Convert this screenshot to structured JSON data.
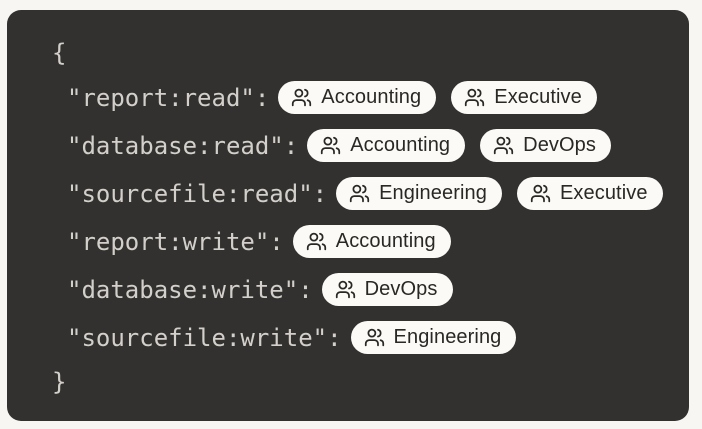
{
  "colors": {
    "page_bg": "#f7f6f3",
    "panel_bg": "#333130",
    "code_text": "#d3d0cb",
    "badge_bg": "#fbfaf7",
    "badge_text": "#2a2824"
  },
  "code_block": {
    "open_brace": "{",
    "close_brace": "}",
    "rows": [
      {
        "key": "\"report:read\":",
        "groups": [
          "Accounting",
          "Executive"
        ]
      },
      {
        "key": "\"database:read\":",
        "groups": [
          "Accounting",
          "DevOps"
        ]
      },
      {
        "key": "\"sourcefile:read\":",
        "groups": [
          "Engineering",
          "Executive"
        ]
      },
      {
        "key": "\"report:write\":",
        "groups": [
          "Accounting"
        ]
      },
      {
        "key": "\"database:write\":",
        "groups": [
          "DevOps"
        ]
      },
      {
        "key": "\"sourcefile:write\":",
        "groups": [
          "Engineering"
        ]
      }
    ],
    "badge_icon": "users-icon"
  }
}
